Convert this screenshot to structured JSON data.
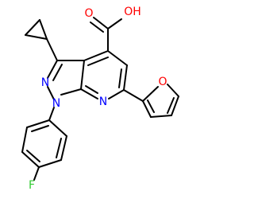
{
  "molecule": {
    "atoms": {
      "hydroxyl_label": "OH",
      "carbonyl_oxygen_label": "O",
      "furan_oxygen_label": "O",
      "pyrazole_n2_label": "N",
      "pyrazole_n1_label": "N",
      "pyridine_n_label": "N",
      "fluorine_label": "F"
    },
    "colors": {
      "bond": "#000000",
      "oxygen": "#ff0000",
      "nitrogen": "#0000ff",
      "fluorine": "#33cc33"
    }
  }
}
